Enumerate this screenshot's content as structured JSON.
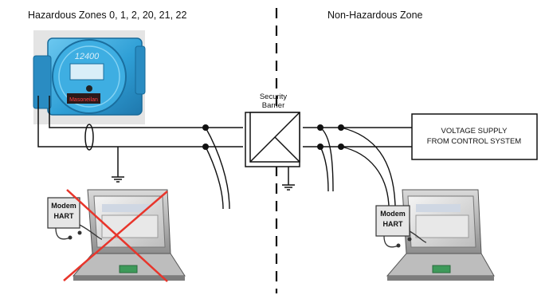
{
  "zones": {
    "hazardous_label": "Hazardous Zones  0, 1, 2, 20, 21, 22",
    "non_hazardous_label": "Non-Hazardous Zone"
  },
  "transmitter": {
    "display_text": "12400",
    "brand_text": "Masoneilan",
    "body_color": "#3aa4d8"
  },
  "barrier": {
    "label_line1": "Security",
    "label_line2": "Barrier"
  },
  "supply": {
    "line1": "VOLTAGE SUPPLY",
    "line2": "FROM CONTROL SYSTEM"
  },
  "left_station": {
    "modem_line1": "Modem",
    "modem_line2": "HART",
    "status": "not-allowed",
    "cross_color": "#e8352b"
  },
  "right_station": {
    "modem_line1": "Modem",
    "modem_line2": "HART",
    "status": "allowed"
  }
}
